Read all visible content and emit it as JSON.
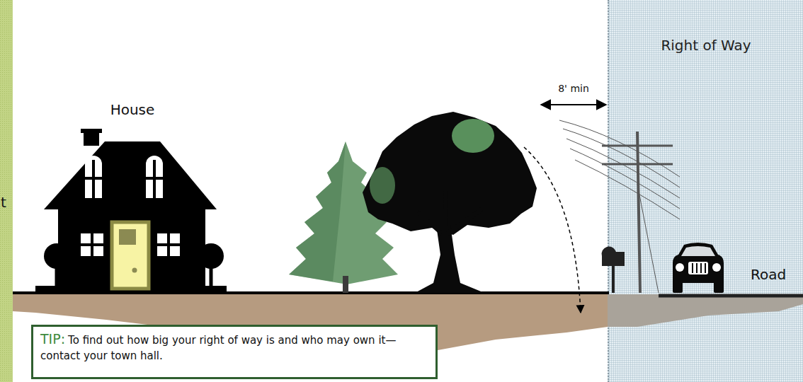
{
  "diagram": {
    "nodes": [
      {
        "text": [
          "Right of Way"
        ]
      },
      {
        "text": [
          "TIP:",
          "To find out how big your right of way is and who may own it—contact your town hall."
        ]
      }
    ],
    "labels": [
      "House",
      "8' min",
      "Road",
      "t"
    ]
  }
}
